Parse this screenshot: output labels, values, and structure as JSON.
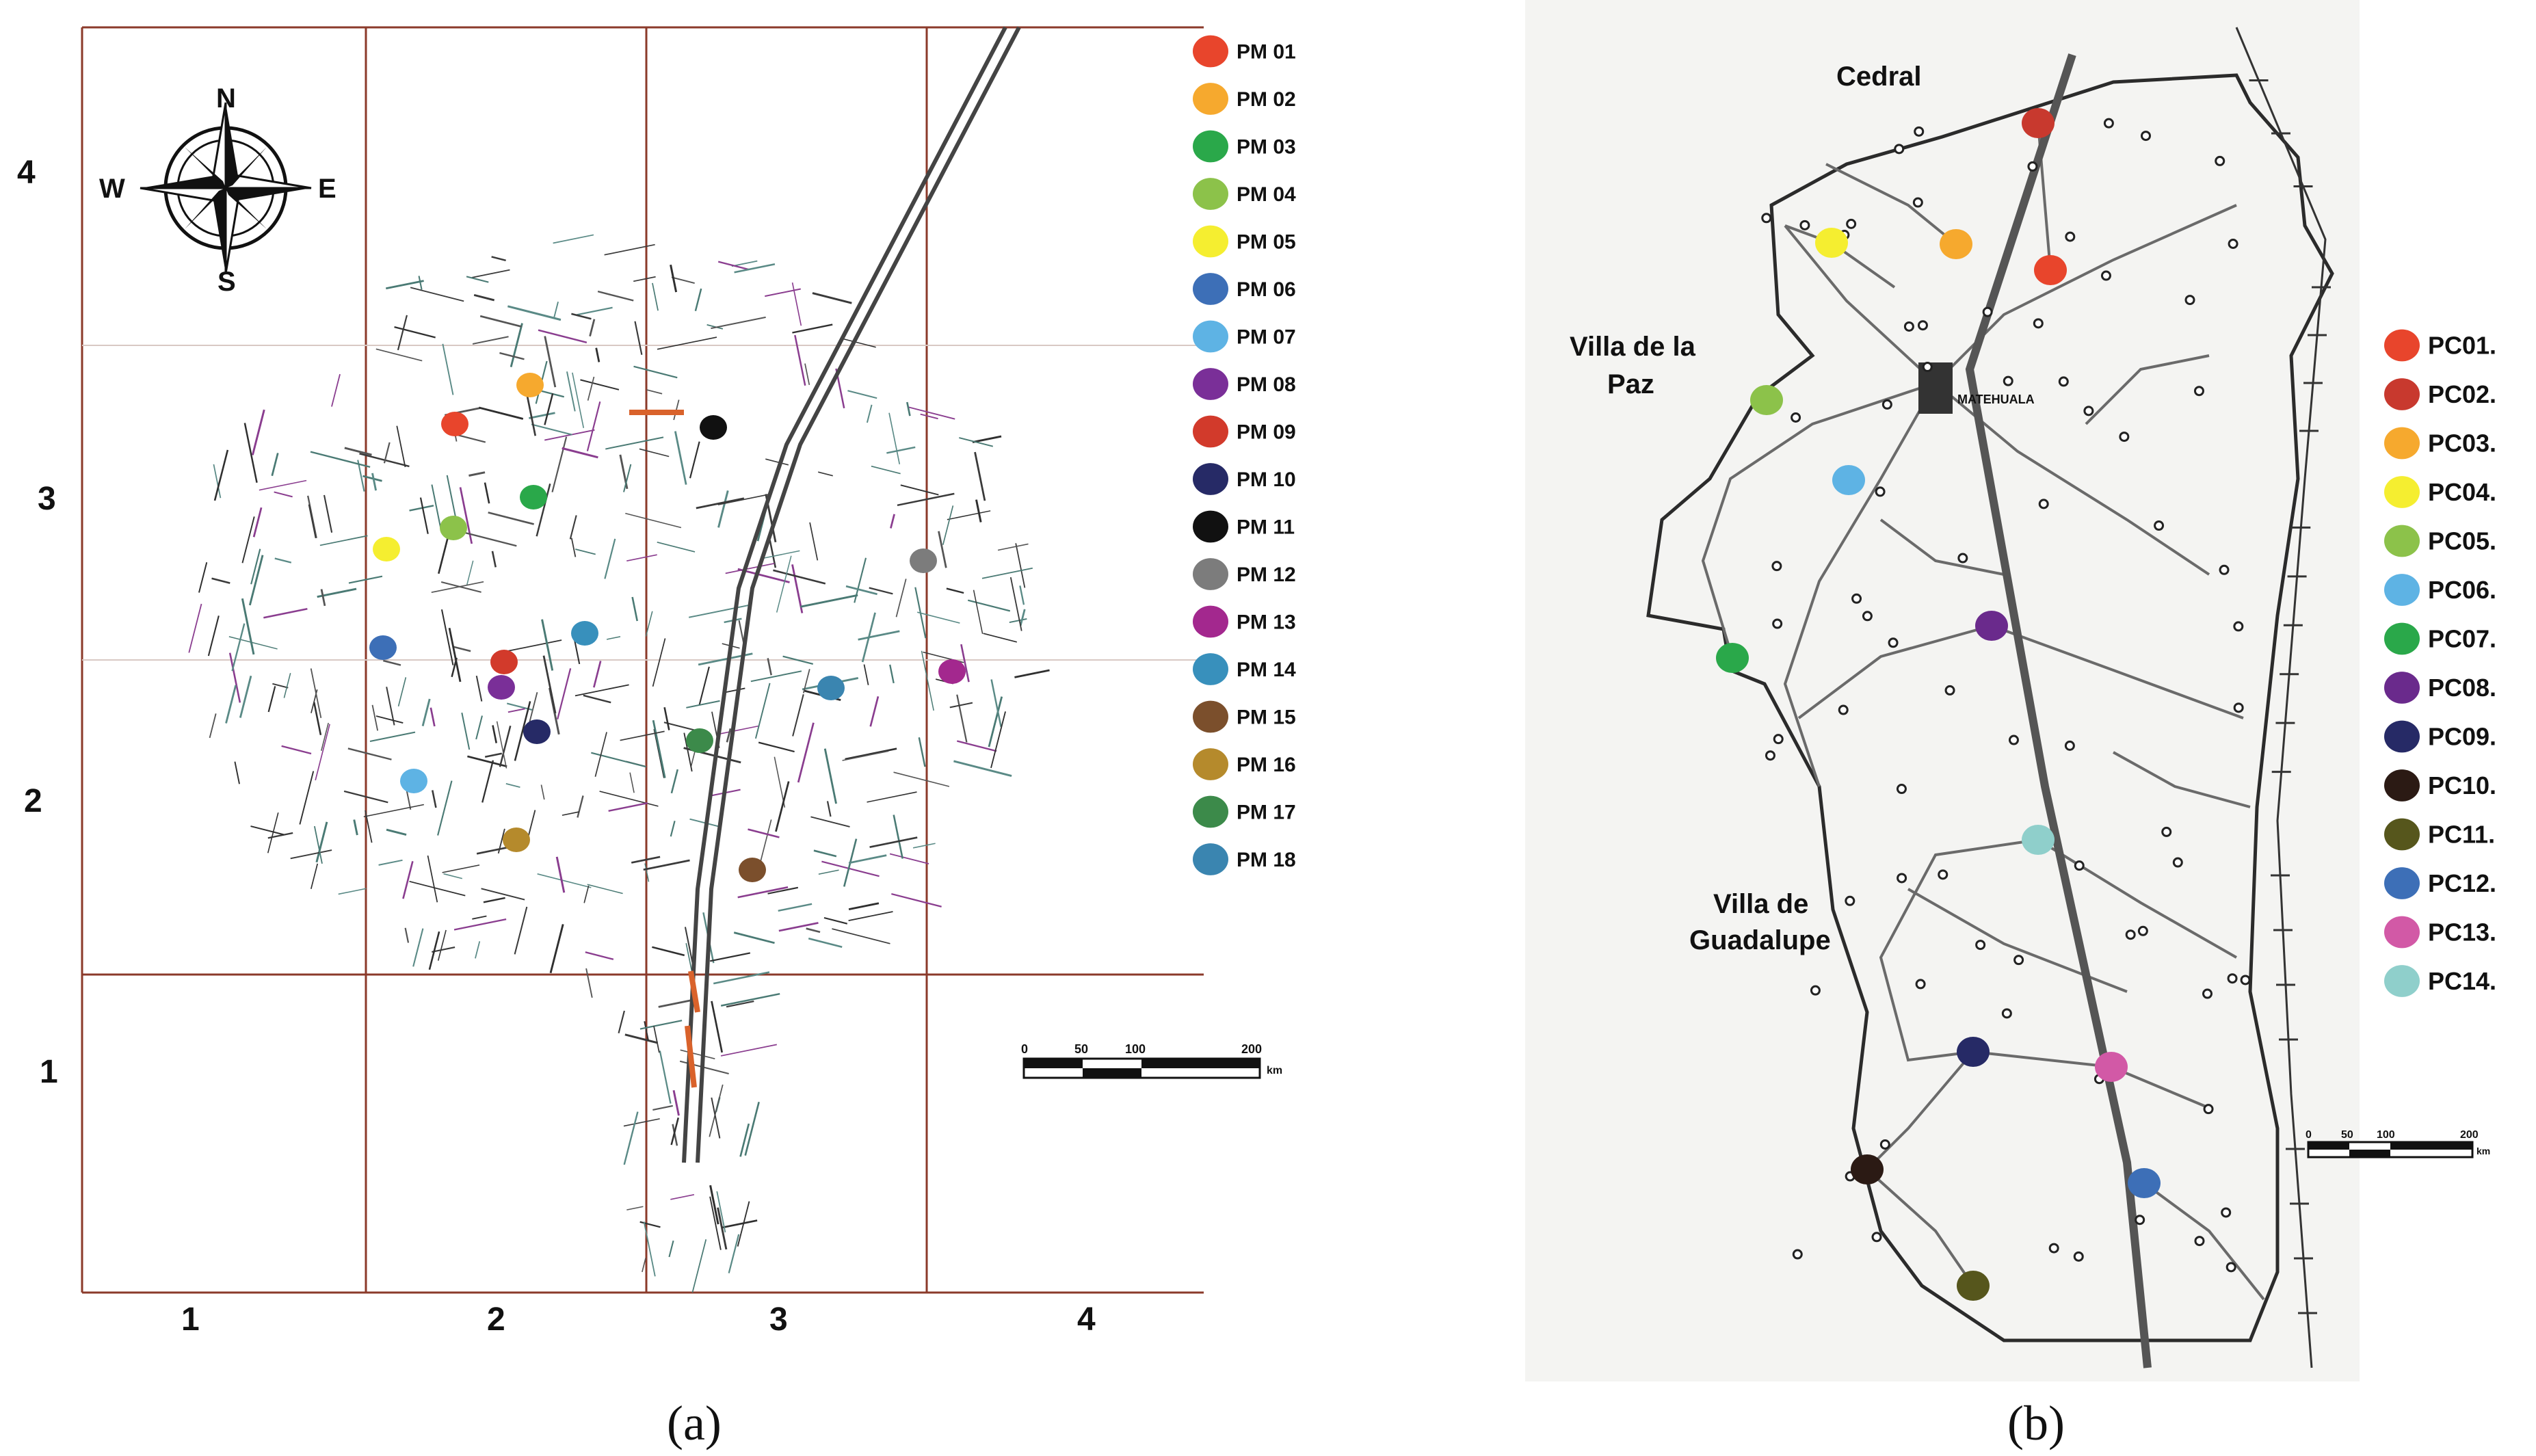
{
  "panel_a": {
    "caption": "(a)",
    "compass": {
      "n": "N",
      "s": "S",
      "e": "E",
      "w": "W"
    },
    "grid_row_labels": [
      "4",
      "3",
      "2",
      "1"
    ],
    "grid_col_labels": [
      "1",
      "2",
      "3",
      "4"
    ],
    "legend": [
      {
        "label": "PM 01",
        "color": "#e8452c"
      },
      {
        "label": "PM 02",
        "color": "#f6a92e"
      },
      {
        "label": "PM 03",
        "color": "#2aa84a"
      },
      {
        "label": "PM 04",
        "color": "#8cc24a"
      },
      {
        "label": "PM 05",
        "color": "#f5ee30"
      },
      {
        "label": "PM 06",
        "color": "#3d6fb7"
      },
      {
        "label": "PM 07",
        "color": "#5eb3e4"
      },
      {
        "label": "PM 08",
        "color": "#7a2f98"
      },
      {
        "label": "PM 09",
        "color": "#d23a2b"
      },
      {
        "label": "PM 10",
        "color": "#262a66"
      },
      {
        "label": "PM 11",
        "color": "#111111"
      },
      {
        "label": "PM 12",
        "color": "#7c7c7c"
      },
      {
        "label": "PM 13",
        "color": "#a3288e"
      },
      {
        "label": "PM 14",
        "color": "#3890bc"
      },
      {
        "label": "PM 15",
        "color": "#7b4f2c"
      },
      {
        "label": "PM 16",
        "color": "#b58a2c"
      },
      {
        "label": "PM 17",
        "color": "#3c8a4a"
      },
      {
        "label": "PM 18",
        "color": "#3a85b0"
      }
    ],
    "scale": {
      "ticks": [
        "0",
        "50",
        "100",
        "200"
      ],
      "unit": "km"
    }
  },
  "panel_b": {
    "caption": "(b)",
    "place_labels": {
      "cedral": "Cedral",
      "villa_de_la_paz_1": "Villa de la",
      "villa_de_la_paz_2": "Paz",
      "villa_de_guadalupe_1": "Villa de",
      "villa_de_guadalupe_2": "Guadalupe",
      "matehuala": "MATEHUALA"
    },
    "legend": [
      {
        "label": "PC01.",
        "color": "#e8452c"
      },
      {
        "label": "PC02.",
        "color": "#c8392e"
      },
      {
        "label": "PC03.",
        "color": "#f6a92e"
      },
      {
        "label": "PC04.",
        "color": "#f5ee30"
      },
      {
        "label": "PC05.",
        "color": "#8cc24a"
      },
      {
        "label": "PC06.",
        "color": "#5eb3e4"
      },
      {
        "label": "PC07.",
        "color": "#2aa84a"
      },
      {
        "label": "PC08.",
        "color": "#6a2a8c"
      },
      {
        "label": "PC09.",
        "color": "#262a66"
      },
      {
        "label": "PC10.",
        "color": "#2b1a14"
      },
      {
        "label": "PC11.",
        "color": "#56561c"
      },
      {
        "label": "PC12.",
        "color": "#3d6fb7"
      },
      {
        "label": "PC13.",
        "color": "#d259a6"
      },
      {
        "label": "PC14.",
        "color": "#8fcfcb"
      }
    ],
    "scale": {
      "ticks": [
        "0",
        "50",
        "100",
        "200"
      ],
      "unit": "km"
    }
  }
}
